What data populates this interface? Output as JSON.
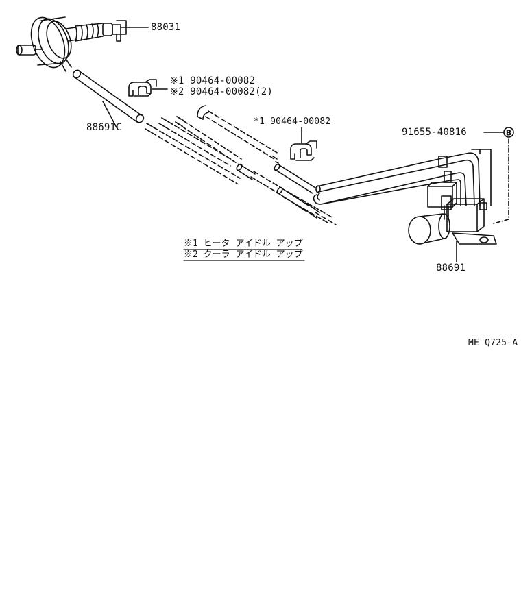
{
  "parts": {
    "p88031": "88031",
    "p88691c": "88691C",
    "clip1_ref": "※1 90464-00082",
    "clip2_ref": "※2 90464-00082(2)",
    "clip3_ref": "*1 90464-00082",
    "p91655": "91655-40816",
    "p88691": "88691"
  },
  "legend": {
    "line1": "※1 ヒータ アイドル アップ",
    "line2": "※2 クーラ アイドル アップ"
  },
  "figure_code": "ME Q725-A",
  "icons": {
    "bolt_marker": "circled-b-icon"
  }
}
